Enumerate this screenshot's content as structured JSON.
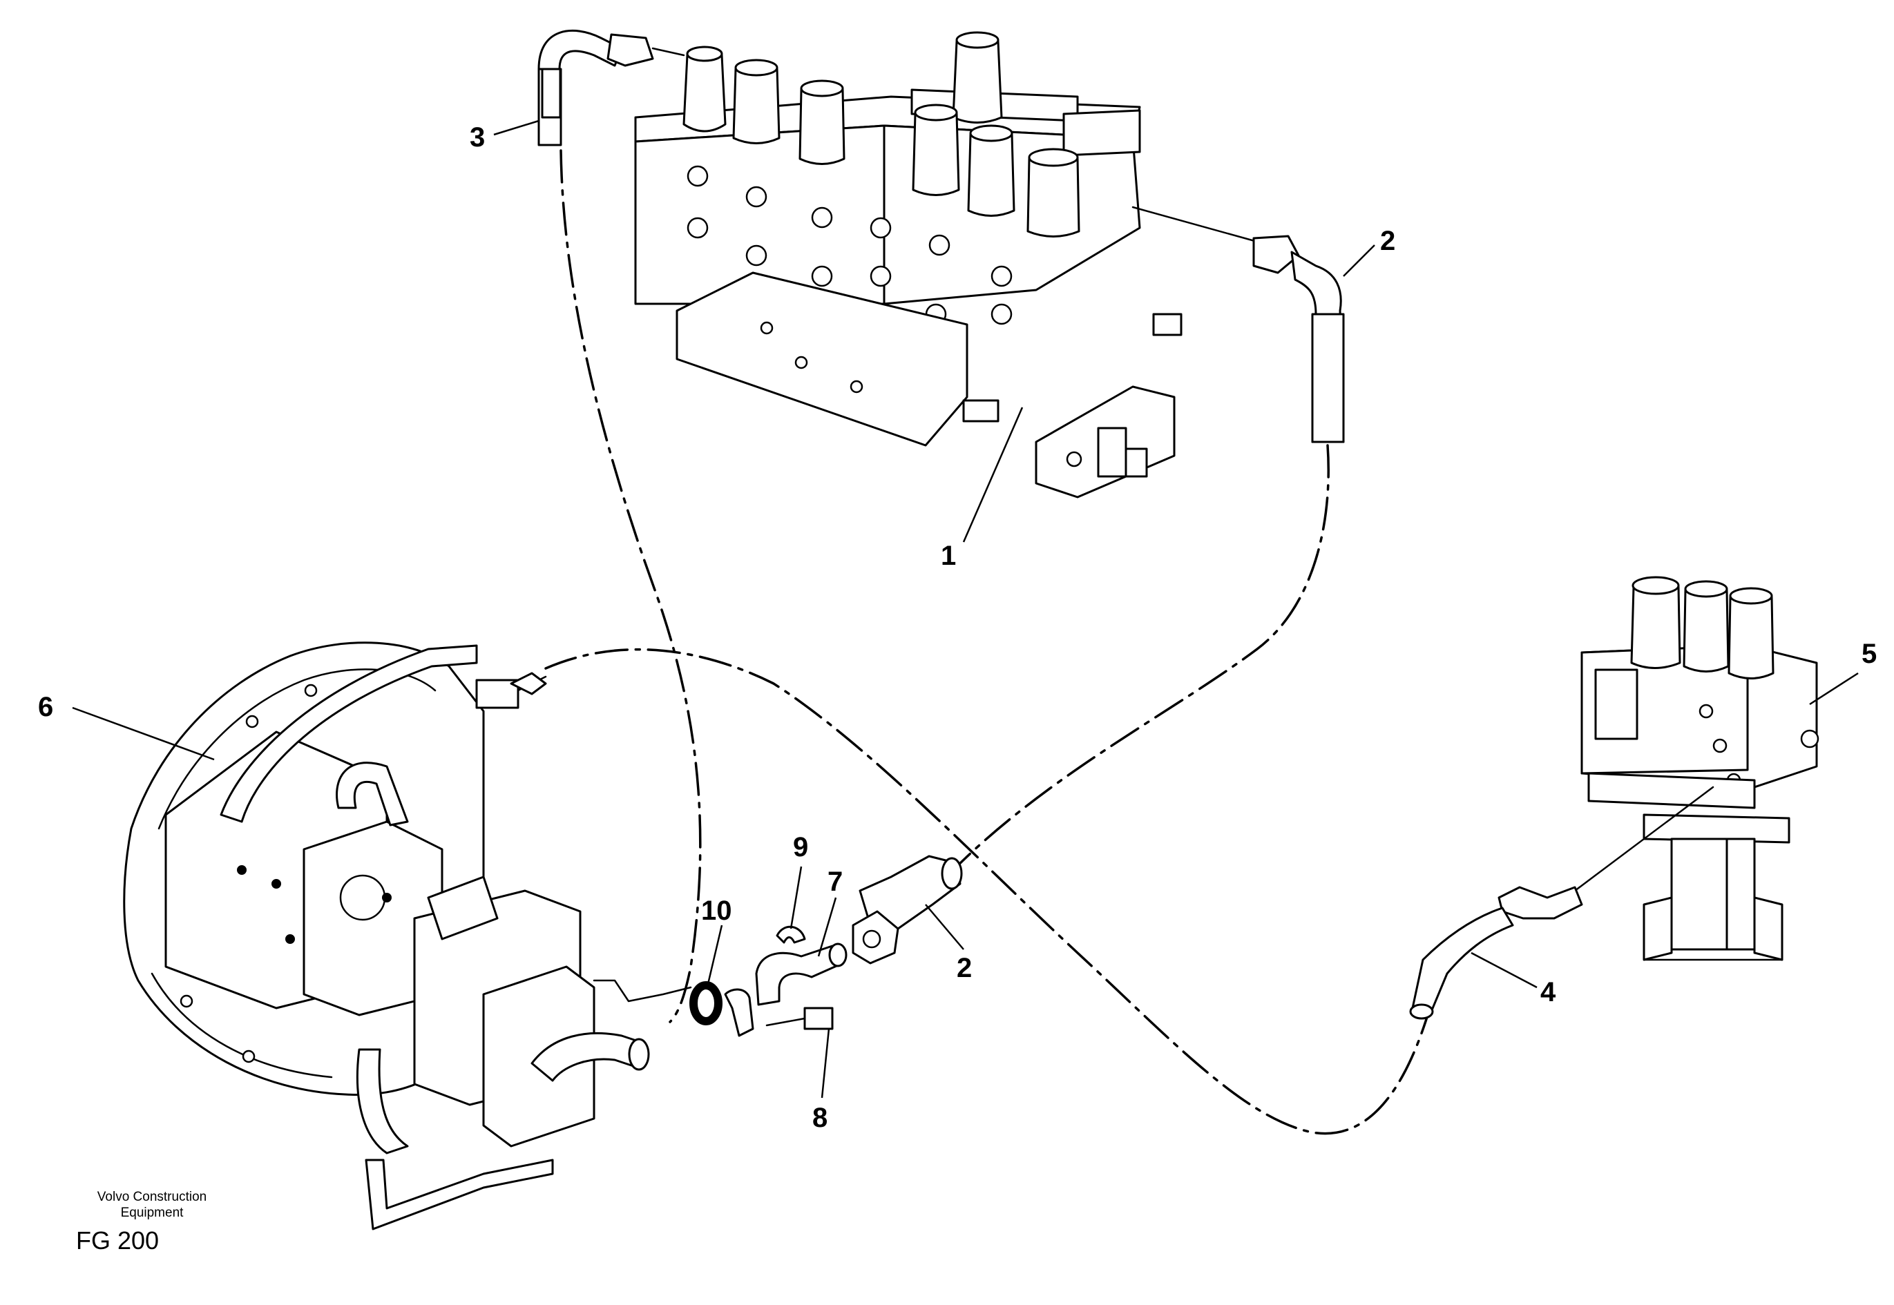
{
  "callouts": {
    "c1": "1",
    "c2a": "2",
    "c2b": "2",
    "c3": "3",
    "c4": "4",
    "c5": "5",
    "c6": "6",
    "c7": "7",
    "c8": "8",
    "c9": "9",
    "c10": "10"
  },
  "footer": {
    "company_line1": "Volvo Construction",
    "company_line2": "Equipment",
    "figure_code": "FG 200"
  }
}
